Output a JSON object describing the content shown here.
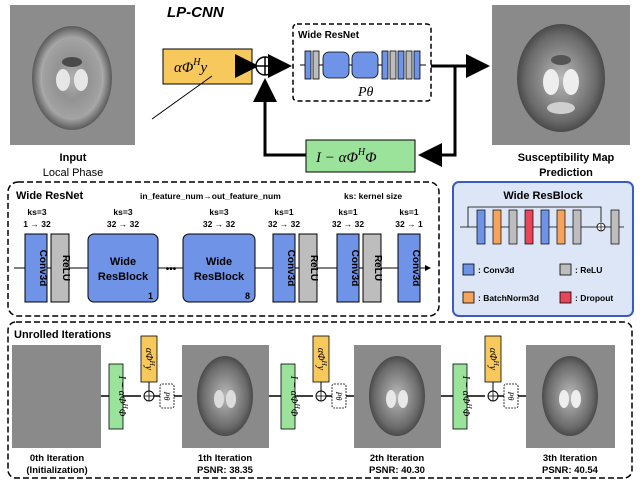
{
  "top": {
    "title": "LP-CNN",
    "input_label_1": "Input",
    "input_label_2": "Local Phase",
    "output_label_1": "Susceptibility Map",
    "output_label_2": "Prediction",
    "wide_resnet_title": "Wide ResNet",
    "p_theta": "Pθ",
    "alpha_term_a": "αΦ",
    "alpha_term_sup": "H",
    "alpha_term_b": "y",
    "feedback_a": "I − αΦ",
    "feedback_sup": "H",
    "feedback_b": "Φ",
    "sum_symbol": "⊕"
  },
  "resnet": {
    "title": "Wide ResNet",
    "feature_note": "in_feature_num→out_feature_num",
    "kernel_note": "ks: kernel size",
    "layers": [
      {
        "ks": "ks=3",
        "feat": "1 → 32",
        "label": "Conv3d"
      },
      {
        "label": "ReLU"
      },
      {
        "ks": "ks=3",
        "feat": "32 → 32",
        "label_1": "Wide",
        "label_2": "ResBlock",
        "index": "1"
      },
      {
        "ks": "ks=3",
        "feat": "32 → 32",
        "label_1": "Wide",
        "label_2": "ResBlock",
        "index": "8"
      },
      {
        "ks": "ks=1",
        "feat": "32 → 32",
        "label": "Conv3d"
      },
      {
        "label": "ReLU"
      },
      {
        "ks": "ks=1",
        "feat": "32 → 32",
        "label": "Conv3d"
      },
      {
        "label": "ReLU"
      },
      {
        "ks": "ks=1",
        "feat": "32 → 1",
        "label": "Conv3d"
      }
    ],
    "ellipsis": "•••"
  },
  "resblock": {
    "title": "Wide ResBlock",
    "legend": [
      {
        "label": ": Conv3d",
        "color": "#6f93e6"
      },
      {
        "label": ": ReLU",
        "color": "#bdbdbd"
      },
      {
        "label": ": BatchNorm3d",
        "color": "#f5a45c"
      },
      {
        "label": ": Dropout",
        "color": "#e8455a"
      }
    ]
  },
  "unrolled": {
    "title": "Unrolled Iterations",
    "iterations": [
      {
        "name": "0th Iteration",
        "detail": "(Initialization)"
      },
      {
        "name": "1th Iteration",
        "detail": "PSNR: 38.35"
      },
      {
        "name": "2th Iteration",
        "detail": "PSNR: 40.30"
      },
      {
        "name": "3th Iteration",
        "detail": "PSNR: 40.54"
      }
    ],
    "feedback_a": "I − αΦ",
    "feedback_sup": "H",
    "feedback_b": "Φ",
    "alpha_a": "αΦ",
    "alpha_sup": "H",
    "alpha_b": "y",
    "p_theta": "Pθ"
  },
  "colors": {
    "conv_blue": "#6f93e6",
    "relu_gray": "#bdbdbd",
    "batchnorm_orange": "#f5a45c",
    "dropout_red": "#e8455a",
    "alpha_yellow": "#f7c95c",
    "feedback_green": "#9be39b",
    "resblock_panel": "#dde6f7"
  }
}
